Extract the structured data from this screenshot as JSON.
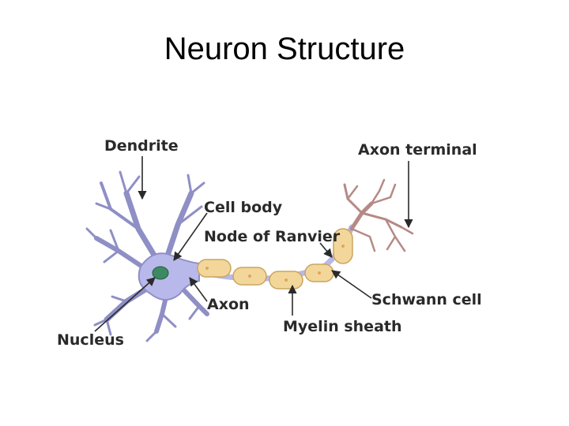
{
  "title": "Neuron Structure",
  "labels": {
    "dendrite": "Dendrite",
    "axon_terminal": "Axon terminal",
    "cell_body": "Cell body",
    "node_of_ranvier": "Node of Ranvier",
    "axon": "Axon",
    "schwann_cell": "Schwann cell",
    "nucleus": "Nucleus",
    "myelin_sheath": "Myelin sheath"
  },
  "colors": {
    "cell_body": "#b8b8ea",
    "cell_outline": "#8f8fc6",
    "nucleus": "#3d8a62",
    "myelin": "#f3d79a",
    "myelin_outline": "#c8a560",
    "terminal": "#b58a86",
    "label_text": "#2a2a2a"
  }
}
